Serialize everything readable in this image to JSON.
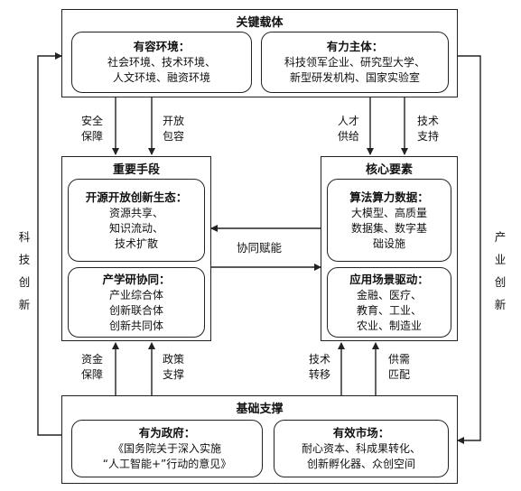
{
  "top": {
    "title": "关键载体",
    "left": {
      "heading": "有容环境：",
      "lines": [
        "社会环境、技术环境、",
        "人文环境、融资环境"
      ]
    },
    "right": {
      "heading": "有力主体：",
      "lines": [
        "科技领军企业、研究型大学、",
        "新型研发机构、国家实验室"
      ]
    }
  },
  "middle_left": {
    "title": "重要手段",
    "box1": {
      "heading": "开源开放创新生态：",
      "lines": [
        "资源共享、",
        "知识流动、",
        "技术扩散"
      ]
    },
    "box2": {
      "heading": "产学研协同：",
      "lines": [
        "产业综合体",
        "创新联合体",
        "创新共同体"
      ]
    }
  },
  "middle_right": {
    "title": "核心要素",
    "box1": {
      "heading": "算法算力数据：",
      "lines": [
        "大模型、高质量",
        "数据集、数字基",
        "础设施"
      ]
    },
    "box2": {
      "heading": "应用场景驱动：",
      "lines": [
        "金融、医疗、",
        "教育、工业、",
        "农业、制造业"
      ]
    }
  },
  "bottom": {
    "title": "基础支撑",
    "left": {
      "heading": "有为政府：",
      "lines": [
        "《国务院关于深入实施",
        "“人工智能+”行动的意见》"
      ]
    },
    "right": {
      "heading": "有效市场：",
      "lines": [
        "耐心资本、科成果转化、",
        "创新孵化器、众创空间"
      ]
    }
  },
  "labels": {
    "safety": [
      "安全",
      "保障"
    ],
    "open": [
      "开放",
      "包容"
    ],
    "talent": [
      "人才",
      "供给"
    ],
    "tech_support": [
      "技术",
      "支持"
    ],
    "synergy": "协同赋能",
    "capital": [
      "资金",
      "保障"
    ],
    "policy": [
      "政策",
      "支撑"
    ],
    "tech_transfer": [
      "技术",
      "转移"
    ],
    "supply_demand": [
      "供需",
      "匹配"
    ],
    "left_side": [
      "科",
      "技",
      "创",
      "新"
    ],
    "right_side": [
      "产",
      "业",
      "创",
      "新"
    ]
  }
}
